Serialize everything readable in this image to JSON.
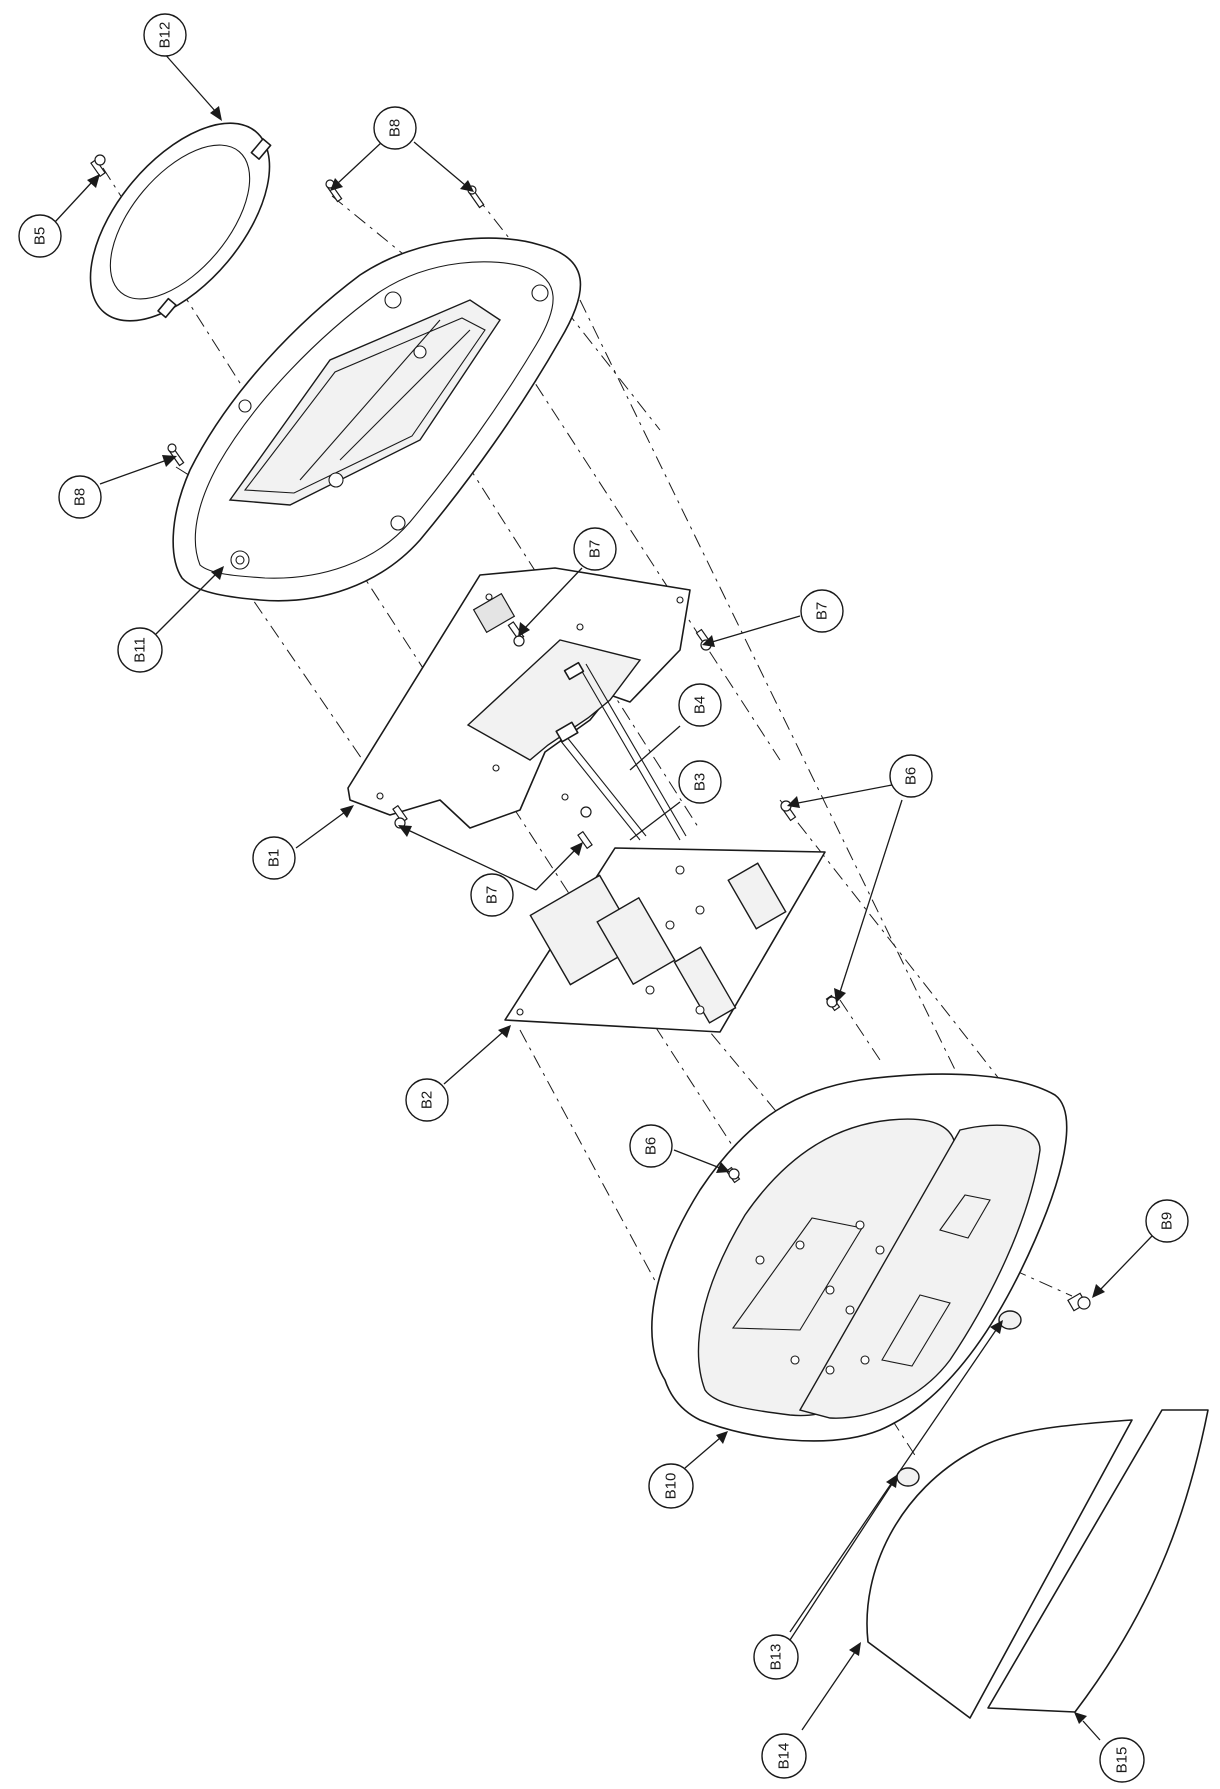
{
  "callouts": [
    {
      "id": "B12",
      "label": "B12"
    },
    {
      "id": "B8a",
      "label": "B8"
    },
    {
      "id": "B5",
      "label": "B5"
    },
    {
      "id": "B8b",
      "label": "B8"
    },
    {
      "id": "B11",
      "label": "B11"
    },
    {
      "id": "B7a",
      "label": "B7"
    },
    {
      "id": "B7b",
      "label": "B7"
    },
    {
      "id": "B4",
      "label": "B4"
    },
    {
      "id": "B3",
      "label": "B3"
    },
    {
      "id": "B6a",
      "label": "B6"
    },
    {
      "id": "B1",
      "label": "B1"
    },
    {
      "id": "B7c",
      "label": "B7"
    },
    {
      "id": "B2",
      "label": "B2"
    },
    {
      "id": "B6b",
      "label": "B6"
    },
    {
      "id": "B9",
      "label": "B9"
    },
    {
      "id": "B10",
      "label": "B10"
    },
    {
      "id": "B13",
      "label": "B13"
    },
    {
      "id": "B14",
      "label": "B14"
    },
    {
      "id": "B15",
      "label": "B15"
    }
  ]
}
